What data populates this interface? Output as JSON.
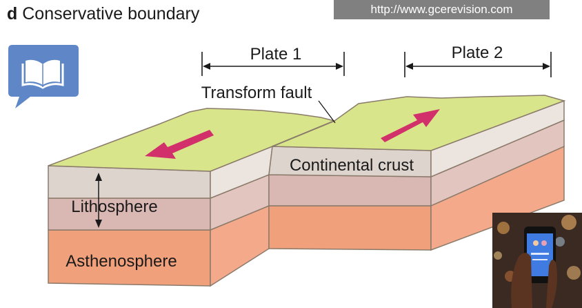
{
  "heading": {
    "letter": "d",
    "text": "Conservative boundary"
  },
  "watermark_url": "http://www.gcerevision.com",
  "icons": {
    "book": "book-speech-bubble-icon",
    "phone_photo": "hand-holding-phone-photo"
  },
  "labels": {
    "plate1": "Plate 1",
    "plate2": "Plate 2",
    "transform_fault": "Transform fault",
    "continental_crust": "Continental crust",
    "lithosphere": "Lithosphere",
    "asthenosphere": "Asthenosphere"
  },
  "colors": {
    "surface": "#d8e58a",
    "crust": "#ddd4ce",
    "lithosphere": "#d9b8b3",
    "asthenosphere": "#f0a07a",
    "arrow": "#d2306b",
    "icon_blue": "#5f87c7"
  }
}
